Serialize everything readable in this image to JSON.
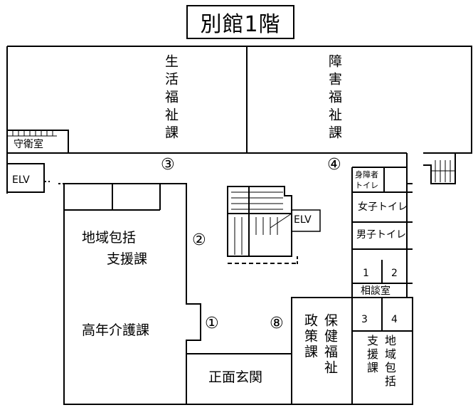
{
  "title": "別館1階",
  "rooms": {
    "seikatsu_fukushi": "生活福祉課",
    "shogai_fukushi": "障害福祉課",
    "shueishitsu": "守衛室",
    "elv_left": "ELV",
    "elv_center": "ELV",
    "chiiki_hokatsu_line1": "地域包括",
    "chiiki_hokatsu_line2": "支援課",
    "konen_kaigo": "高年介護課",
    "shomen_genkan": "正面玄関",
    "hoken_col1": "保健福祉",
    "hoken_col2": "政策課",
    "shien_col1": "地域包括",
    "shien_col2": "支援課",
    "shinshogaisha_line1": "身障者",
    "shinshogaisha_line2": "トイレ",
    "joshi_toilet": "女子トイレ",
    "danshi_toilet": "男子トイレ",
    "soudanshitsu": "相談室",
    "booth_1": "1",
    "booth_2": "2",
    "booth_3": "3",
    "booth_4": "4"
  },
  "markers": {
    "m1": "①",
    "m2": "②",
    "m3": "③",
    "m4": "④",
    "m8": "⑧"
  }
}
